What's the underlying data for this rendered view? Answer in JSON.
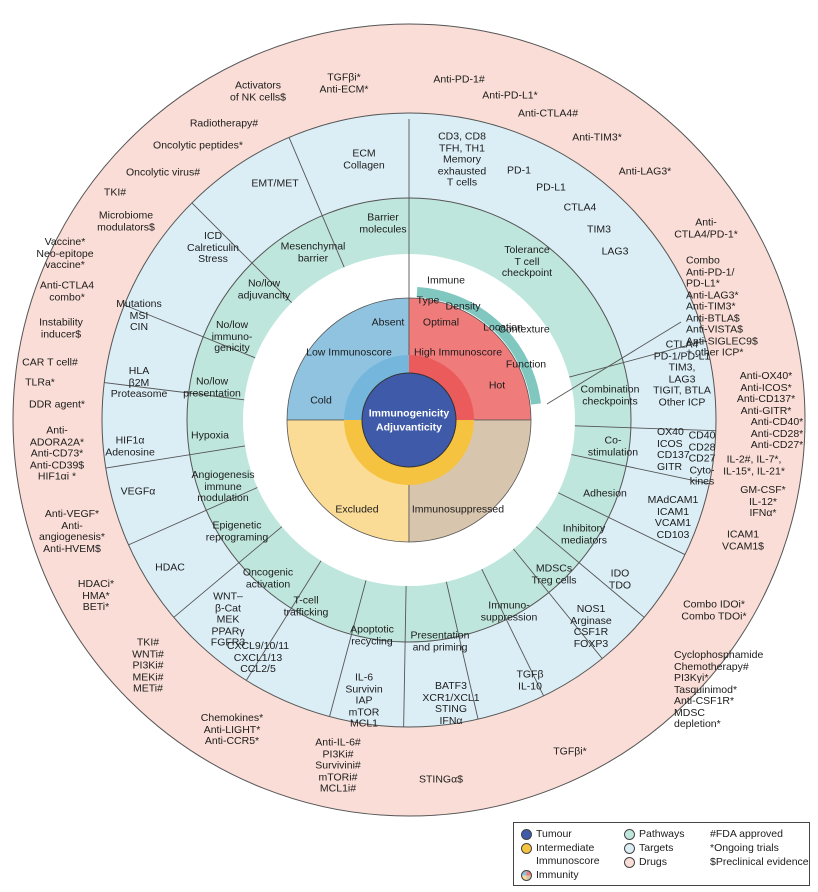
{
  "colors": {
    "drugs": "#f9ddd6",
    "targets": "#dbeef6",
    "pathways": "#bfe6dc",
    "tumour": "#3f5aa8",
    "intermediate": "#f6c340",
    "cold": "#8fc3e0",
    "cold_inner": "#74b6dc",
    "hot": "#f07b7b",
    "hot_inner": "#ec5b5b",
    "excluded": "#fbdc96",
    "immunosuppressed": "#d8c5ad",
    "contexture_band": "#7fc7bf"
  },
  "center": {
    "line1": "Immunogenicity",
    "line2": "Adjuvanticity"
  },
  "quadrants": {
    "cold": "Cold",
    "hot": "Hot",
    "absent": "Absent",
    "optimal": "Optimal",
    "low_immunoscore": "Low Immunoscore",
    "high_immunoscore": "High Immunoscore",
    "excluded": "Excluded",
    "immunosuppressed": "Immunosuppressed"
  },
  "contexture": {
    "immune": "Immune",
    "contexture": "Contexture",
    "type": "Type",
    "density": "Density",
    "location": "Location",
    "function": "Function"
  },
  "pathways": [
    "Tolerance\nT cell\ncheckpoint",
    "Combination\ncheckpoints",
    "Co-\nstimulation",
    "Adhesion",
    "Inhibitory\nmediators",
    "MDSCs\nTreg cells",
    "Immuno-\nsuppression",
    "Presentation\nand priming",
    "Apoptotic\nrecycling",
    "T-cell\ntrafficking",
    "Oncogenic\nactivation",
    "Epigenetic\nreprograming",
    "Angiogenesis\nimmune\nmodulation",
    "Hypoxia",
    "No/low\npresentation",
    "No/low\nimmuno-\ngenicity",
    "No/low\nadjuvancity",
    "Mesenchymal\nbarrier",
    "Barrier\nmolecules"
  ],
  "targets": [
    "CD3, CD8\nTFH, TH1\nMemory\nexhausted\nT cells",
    "PD-1",
    "PD-L1",
    "CTLA4",
    "TIM3",
    "LAG3",
    "CTLA4\nPD-1/PD-L1\nTIM3,\nLAG3\nTIGIT, BTLA\nOther ICP",
    "OX40\nICOS\nCD137\nGITR",
    "CD40\nCD28\nCD27\nCyto-\nkines",
    "MAdCAM1\nICAM1\nVCAM1\nCD103",
    "IDO\nTDO",
    "NOS1\nArginase\nCSF1R\nFOXP3",
    "TGFβ\nIL-10",
    "BATF3\nXCR1/XCL1\nSTING\nIFNα",
    "IL-6\nSurvivin\nIAP\nmTOR\nMCL1",
    "CXCL9/10/11\nCXCL1/13\nCCL2/5",
    "WNT–\nβ-Cat\nMEK\nPPARγ\nFGFR3",
    "HDAC",
    "VEGFα",
    "HIF1α\nAdenosine",
    "HLA\nβ2M\nProteasome",
    "Mutations\nMSI\nCIN",
    "ICD\nCalreticulin\nStress",
    "EMT/MET",
    "ECM\nCollagen"
  ],
  "drugs": [
    "Anti-PD-1#",
    "Anti-PD-L1*",
    "Anti-CTLA4#",
    "Anti-TIM3*",
    "Anti-LAG3*",
    "Anti-\nCTLA4/PD-1*",
    "Combo\nAnti-PD-1/\nPD-L1*\nAnti-LAG3*\nAnti-TIM3*\nAnti-BTLA$\nAnti-VISTA$\nAnti-SIGLEC9$\n+ other ICP*",
    "Anti-OX40*\nAnti-ICOS*\nAnti-CD137*\nAnti-GITR*",
    "Anti-CD40*\nAnti-CD28*\nAnti-CD27*",
    "IL-2#, IL-7*,\nIL-15*, IL-21*",
    "GM-CSF*\nIL-12*\nIFNα*",
    "ICAM1\nVCAM1$",
    "Combo IDOi*\nCombo TDOi*",
    "Cyclophosphamide\nChemotherapy#\nPI3Kγi*\nTasquinimod*\nAnti-CSF1R*\nMDSC\ndepletion*",
    "TGFβi*",
    "STINGα$",
    "Anti-IL-6#\nPI3Ki#\nSurvivini#\nmTORi#\nMCL1i#",
    "Chemokines*\nAnti-LIGHT*\nAnti-CCR5*",
    "TKI#\nWNTi#\nPI3Ki#\nMEKi#\nMETi#",
    "HDACi*\nHMA*\nBETi*",
    "Anti-VEGF*\nAnti-\nangiogenesis*\nAnti-HVEM$",
    "Anti-\nADORA2A*\nAnti-CD73*\nAnti-CD39$\nHIF1αi *",
    "DDR agent*",
    "TLRa*",
    "CAR T cell#",
    "Instability\ninducer$",
    "Anti-CTLA4\ncombo*",
    "Vaccine*\nNeo-epitope\nvaccine*",
    "Microbiome\nmodulators$",
    "TKI#",
    "Oncolytic virus#",
    "Oncolytic peptides*",
    "Radiotherapy#",
    "Activators\nof NK cells$",
    "TGFβi*\nAnti-ECM*"
  ],
  "legend": {
    "tumour": "Tumour",
    "intermediate": "Intermediate",
    "immunoscore": "Immunoscore",
    "immunity": "Immunity",
    "pathways": "Pathways",
    "targets": "Targets",
    "drugs": "Drugs",
    "fda": "#FDA approved",
    "ongoing": "*Ongoing trials",
    "preclinical": "$Preclinical evidence"
  }
}
